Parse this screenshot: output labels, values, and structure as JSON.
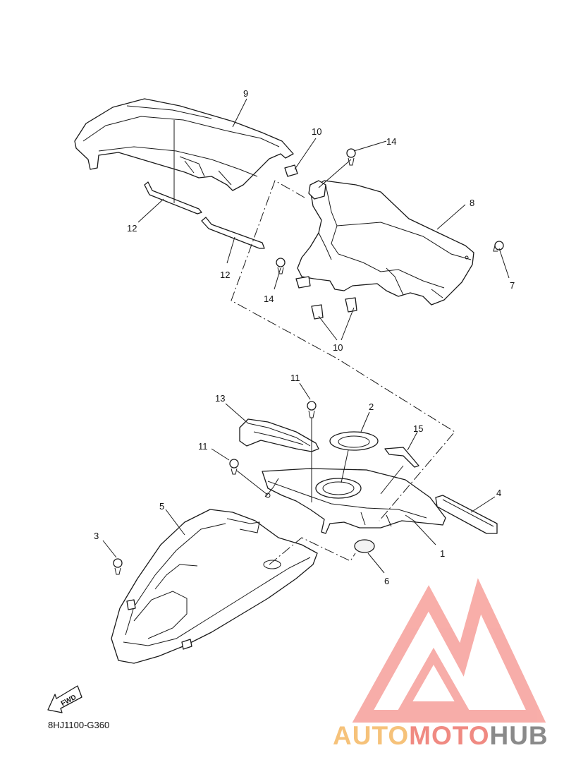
{
  "diagram_code": "8HJ1100-G360",
  "fwd_label": "FWD",
  "watermark": {
    "part1": "AUTO",
    "part2": "MOTO",
    "part3": "HUB",
    "color1": "#f6c27a",
    "color2": "#f08a82",
    "color3": "#8a8a8a",
    "logo_color": "#f26b63"
  },
  "callouts": {
    "c1": "1",
    "c2": "2",
    "c3": "3",
    "c4": "4",
    "c5": "5",
    "c6": "6",
    "c7": "7",
    "c8": "8",
    "c9": "9",
    "c10a": "10",
    "c10b": "10",
    "c11a": "11",
    "c11b": "11",
    "c12a": "12",
    "c12b": "12",
    "c13": "13",
    "c14a": "14",
    "c14b": "14",
    "c15": "15"
  }
}
